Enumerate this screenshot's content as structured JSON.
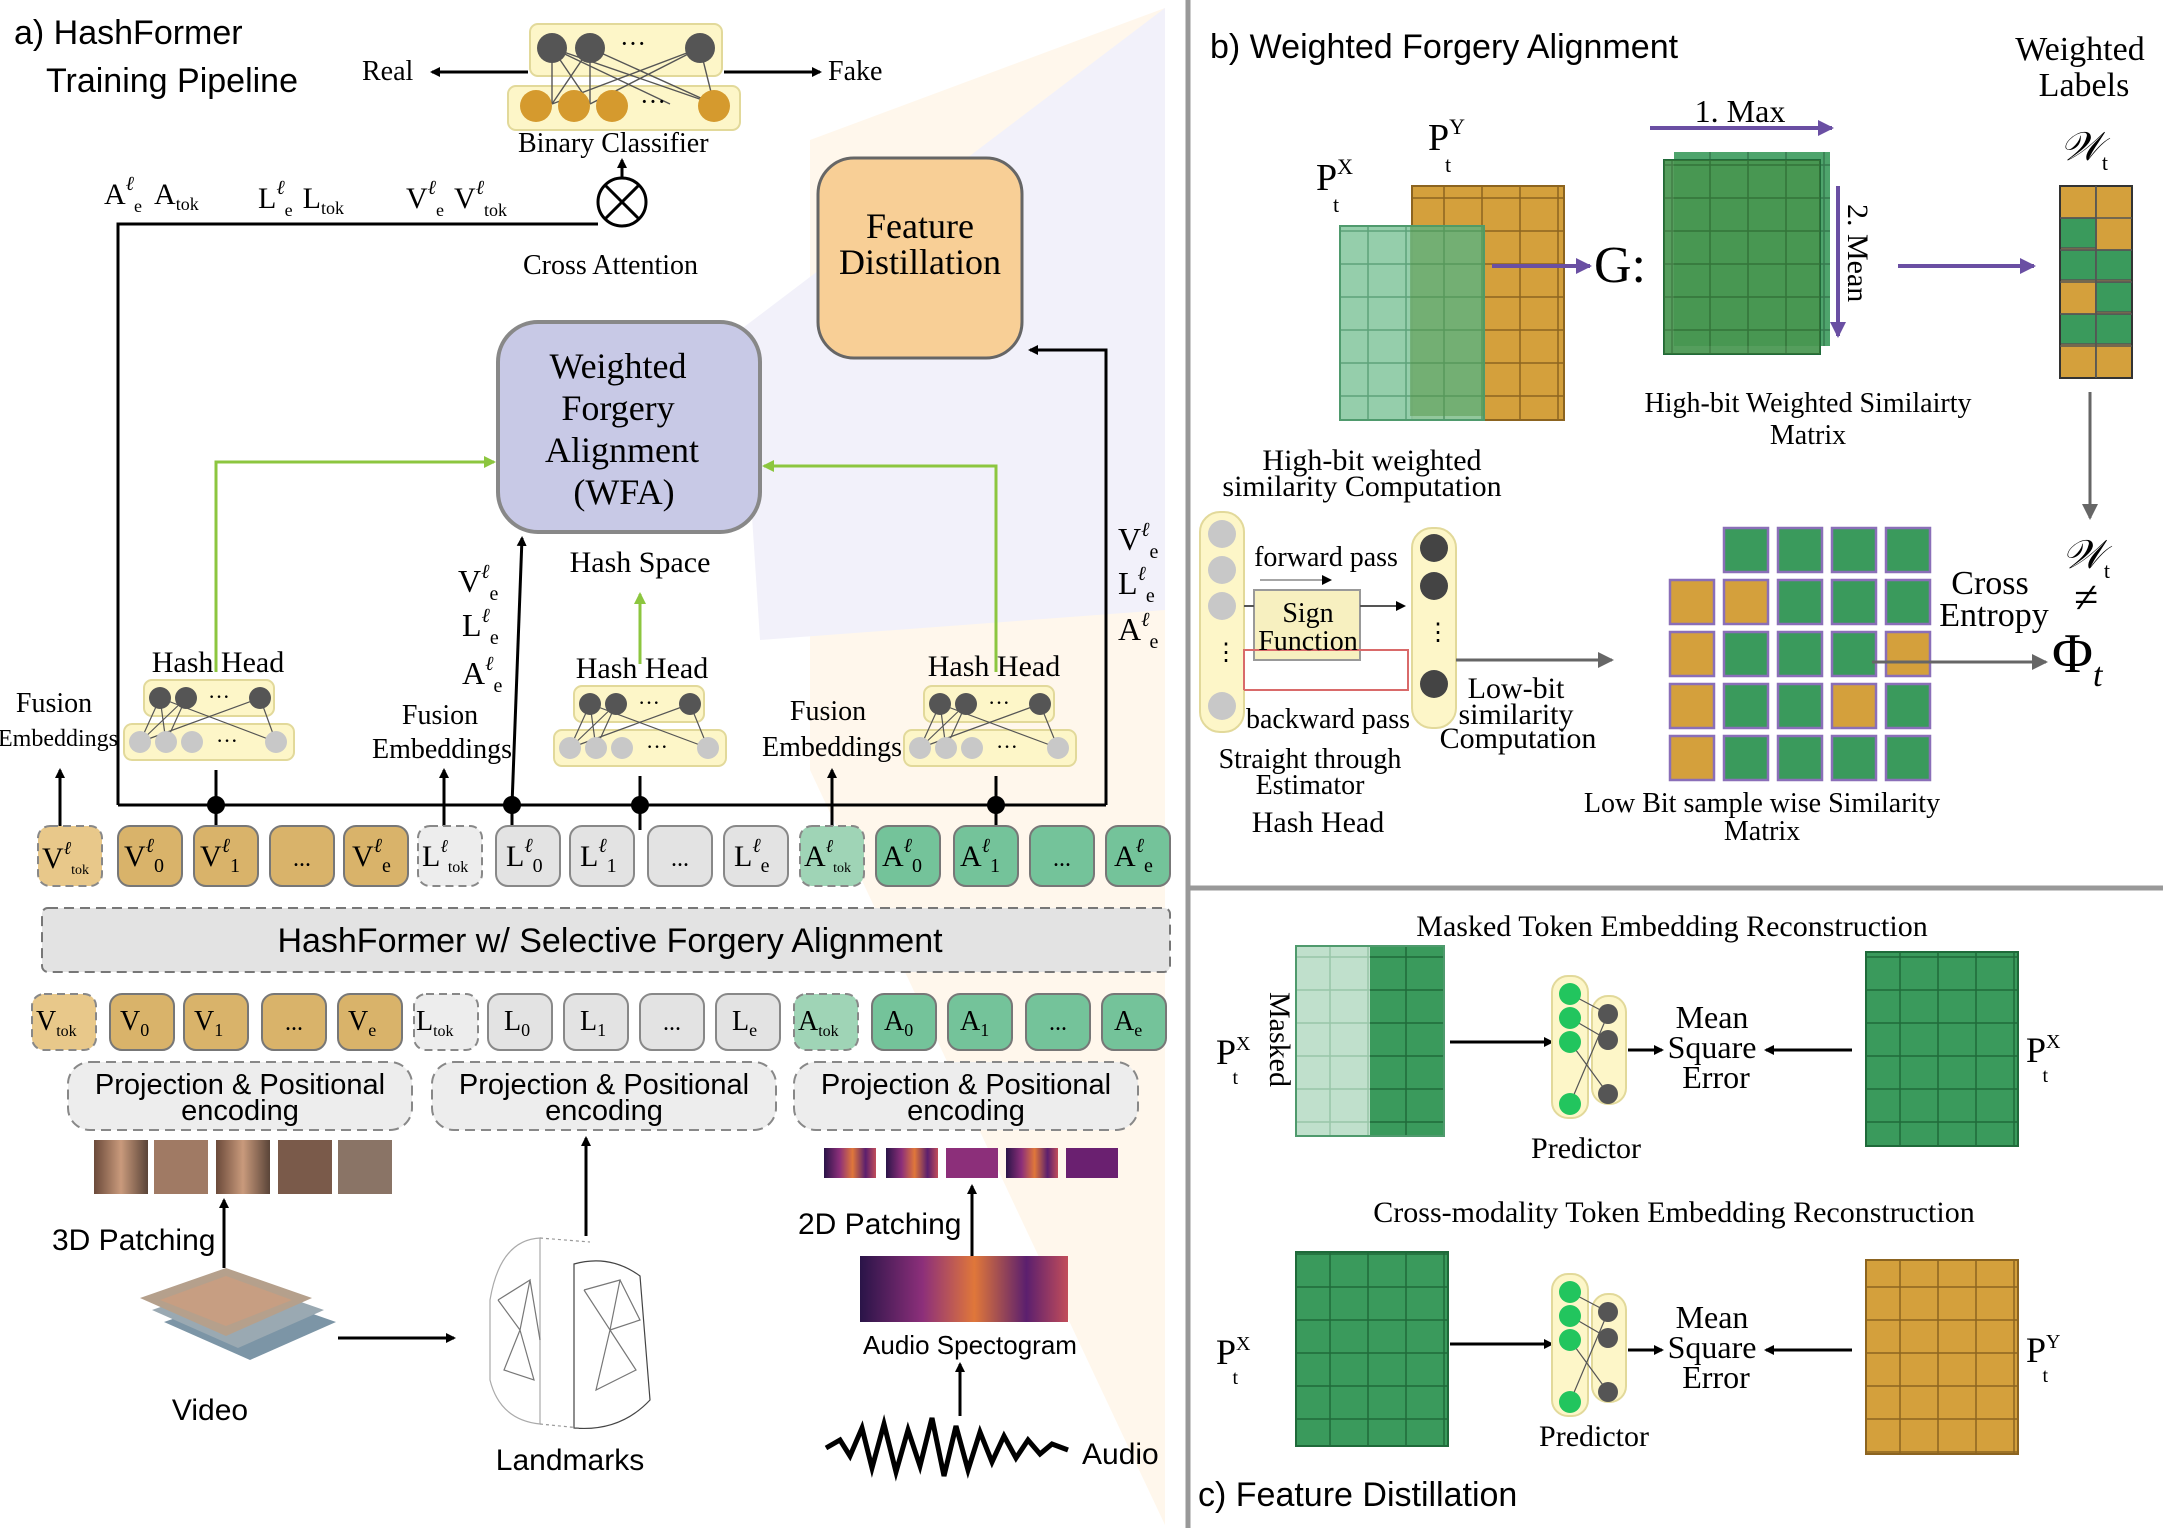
{
  "panel_a": {
    "title": "a) HashFormer",
    "title2": "Training Pipeline",
    "binary_classifier": "Binary Classifier",
    "real": "Real",
    "fake": "Fake",
    "cross_attention": "Cross Attention",
    "feature_distillation_l1": "Feature",
    "feature_distillation_l2": "Distillation",
    "wfa_lines": [
      "Weighted",
      "Forgery",
      "Alignment",
      "(WFA)"
    ],
    "hash_space": "Hash Space",
    "hash_head": "Hash Head",
    "fusion_l1": "Fusion",
    "fusion_l2": "Embeddings",
    "hashformer_bar": "HashFormer w/ Selective Forgery Alignment",
    "projection_l1": "Projection & Positional",
    "projection_l2": "encoding",
    "patching_3d": "3D Patching",
    "patching_2d": "2D Patching",
    "video": "Video",
    "landmarks": "Landmarks",
    "audio_spectrogram": "Audio Spectogram",
    "audio": "Audio",
    "dots": "..."
  },
  "panel_b": {
    "title": "b) Weighted Forgery Alignment",
    "weighted_labels_l1": "Weighted",
    "weighted_labels_l2": "Labels",
    "max_label": "1. Max",
    "mean_label": "2. Mean",
    "g_label": "G:",
    "high_bit_matrix_l1": "High-bit Weighted Similairty",
    "high_bit_matrix_l2": "Matrix",
    "high_bit_comp_l1": "High-bit weighted",
    "high_bit_comp_l2": "similarity Computation",
    "forward_pass": "forward pass",
    "sign_l1": "Sign",
    "sign_l2": "Function",
    "backward_pass": "backward pass",
    "ste_l1": "Straight through",
    "ste_l2": "Estimator",
    "hash_head": "Hash Head",
    "low_bit_comp_l1": "Low-bit",
    "low_bit_comp_l2": "similarity",
    "low_bit_comp_l3": "Computation",
    "low_bit_matrix_l1": "Low Bit sample wise Similarity",
    "low_bit_matrix_l2": "Matrix",
    "cross_entropy_l1": "Cross",
    "cross_entropy_l2": "Entropy",
    "neq": "≠",
    "phi": "Φ"
  },
  "panel_c": {
    "title": "c) Feature Distillation",
    "masked_title": "Masked Token Embedding Reconstruction",
    "cross_title": "Cross-modality Token Embedding Reconstruction",
    "masked": "Masked",
    "predictor": "Predictor",
    "mse_l1": "Mean",
    "mse_l2": "Square",
    "mse_l3": "Error"
  },
  "colors": {
    "video_token": "#d9b36a",
    "landmark_token": "#e3e3e3",
    "audio_token": "#74c39a",
    "wfa_box": "#c8c9e6",
    "feature_box": "#f8cf96",
    "matrix_green": "#3d9b5e",
    "matrix_gold": "#d4a03c",
    "purple_arrow": "#6a4fa3",
    "green_arrow": "#8cc63f"
  }
}
